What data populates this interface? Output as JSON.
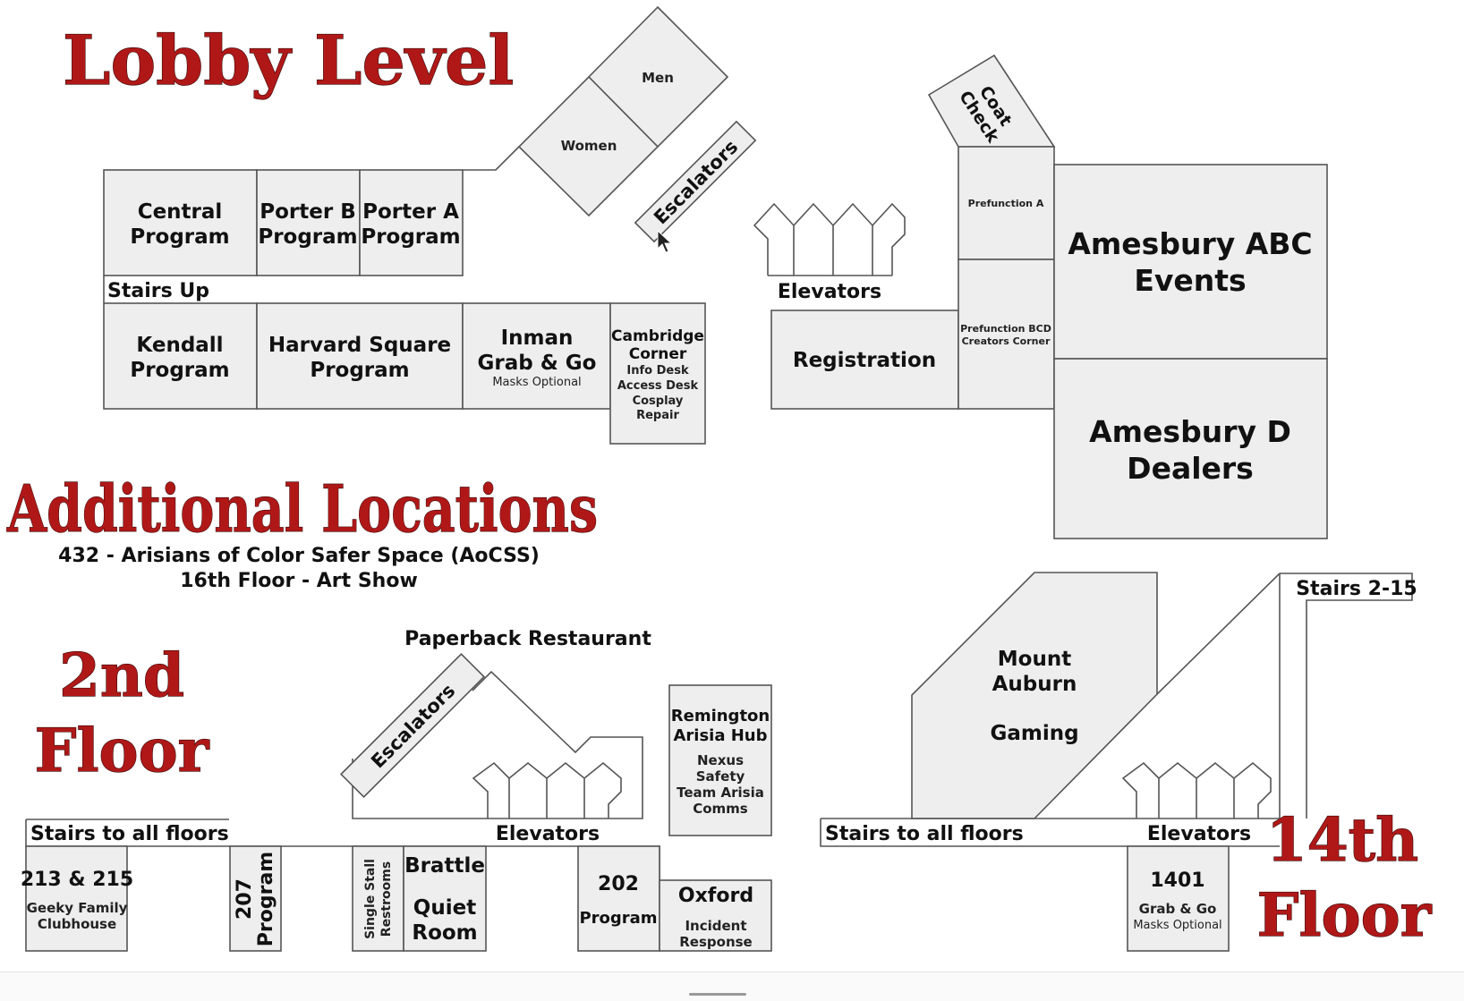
{
  "titles": {
    "lobby": "Lobby Level",
    "additional": "Additional Locations",
    "second_a": "2nd",
    "second_b": "Floor",
    "fourteenth_a": "14th",
    "fourteenth_b": "Floor"
  },
  "additional": {
    "line1": "432 - Arisians of Color Safer Space (AoCSS)",
    "line2": "16th Floor - Art Show"
  },
  "lobby": {
    "men": "Men",
    "women": "Women",
    "escalators": "Escalators",
    "coat_check_1": "Coat",
    "coat_check_2": "Check",
    "central_1": "Central",
    "central_2": "Program",
    "porter_b_1": "Porter B",
    "porter_b_2": "Program",
    "porter_a_1": "Porter A",
    "porter_a_2": "Program",
    "stairs_up": "Stairs Up",
    "kendall_1": "Kendall",
    "kendall_2": "Program",
    "harvard_1": "Harvard Square",
    "harvard_2": "Program",
    "inman_1": "Inman",
    "inman_2": "Grab & Go",
    "inman_3": "Masks Optional",
    "cambridge_1": "Cambridge",
    "cambridge_2": "Corner",
    "cambridge_3": "Info Desk",
    "cambridge_4": "Access Desk",
    "cambridge_5": "Cosplay",
    "cambridge_6": "Repair",
    "elevators": "Elevators",
    "registration": "Registration",
    "prefunction_a": "Prefunction A",
    "prefunction_bcd_1": "Prefunction BCD",
    "prefunction_bcd_2": "Creators Corner",
    "amesbury_abc_1": "Amesbury ABC",
    "amesbury_abc_2": "Events",
    "amesbury_d_1": "Amesbury D",
    "amesbury_d_2": "Dealers"
  },
  "second": {
    "paperback": "Paperback Restaurant",
    "escalators": "Escalators",
    "remington_1": "Remington",
    "remington_2": "Arisia Hub",
    "remington_3": "Nexus",
    "remington_4": "Safety",
    "remington_5": "Team Arisia",
    "remington_6": "Comms",
    "stairs": "Stairs to all floors",
    "elevators": "Elevators",
    "r213_1": "213 & 215",
    "r213_2": "Geeky Family",
    "r213_3": "Clubhouse",
    "r207_1": "207",
    "r207_2": "Program",
    "restrooms_1": "Single Stall",
    "restrooms_2": "Restrooms",
    "brattle_1": "Brattle",
    "brattle_2": "Quiet",
    "brattle_3": "Room",
    "r202_1": "202",
    "r202_2": "Program",
    "oxford_1": "Oxford",
    "oxford_2": "Incident",
    "oxford_3": "Response"
  },
  "fourteenth": {
    "mount_auburn_1": "Mount",
    "mount_auburn_2": "Auburn",
    "mount_auburn_3": "Gaming",
    "stairs_2_15": "Stairs 2-15",
    "stairs": "Stairs to all floors",
    "elevators": "Elevators",
    "r1401_1": "1401",
    "r1401_2": "Grab & Go",
    "r1401_3": "Masks Optional"
  },
  "colors": {
    "title": "#b01818",
    "room_fill": "#eeeeee",
    "room_stroke": "#555555"
  }
}
